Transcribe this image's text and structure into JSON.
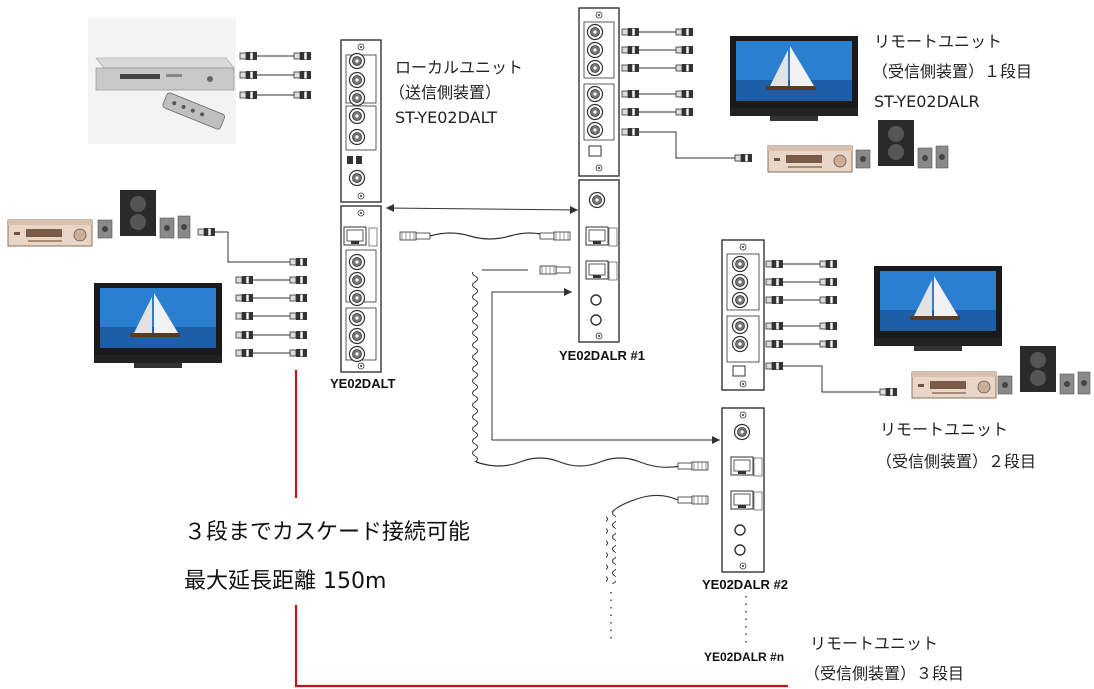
{
  "colors": {
    "cascade_line": "#c0161b",
    "cable": "#333333",
    "panel_fill": "#ffffff",
    "panel_stroke": "#333333",
    "tv_screen": "#2b7fd0",
    "amp_body": "#e9d6c6"
  },
  "labels": {
    "local_unit_name": "ローカルユニット",
    "local_unit_role": "（送信側装置）",
    "local_unit_model": "ST-YE02DALT",
    "remote1_name": "リモートユニット",
    "remote1_role_stage": "（受信側装置）１段目",
    "remote1_model": "ST-YE02DALR",
    "remote2_name": "リモートユニット",
    "remote2_role_stage": "（受信側装置）２段目",
    "remote3_name": "リモートユニット",
    "remote3_role_stage": "（受信側装置）３段目"
  },
  "device_models": {
    "transmitter": "YE02DALT",
    "receiver1": "YE02DALR #1",
    "receiver2": "YE02DALR #2",
    "receivern": "YE02DALR #n"
  },
  "notes": {
    "cascade": "３段までカスケード接続可能",
    "max_distance": "最大延長距離 150m"
  },
  "icons": [
    "dvd-player-icon",
    "remote-control-icon",
    "tv-icon",
    "amplifier-icon",
    "speaker-set-icon",
    "rca-plug-icon",
    "rj45-plug-icon"
  ]
}
